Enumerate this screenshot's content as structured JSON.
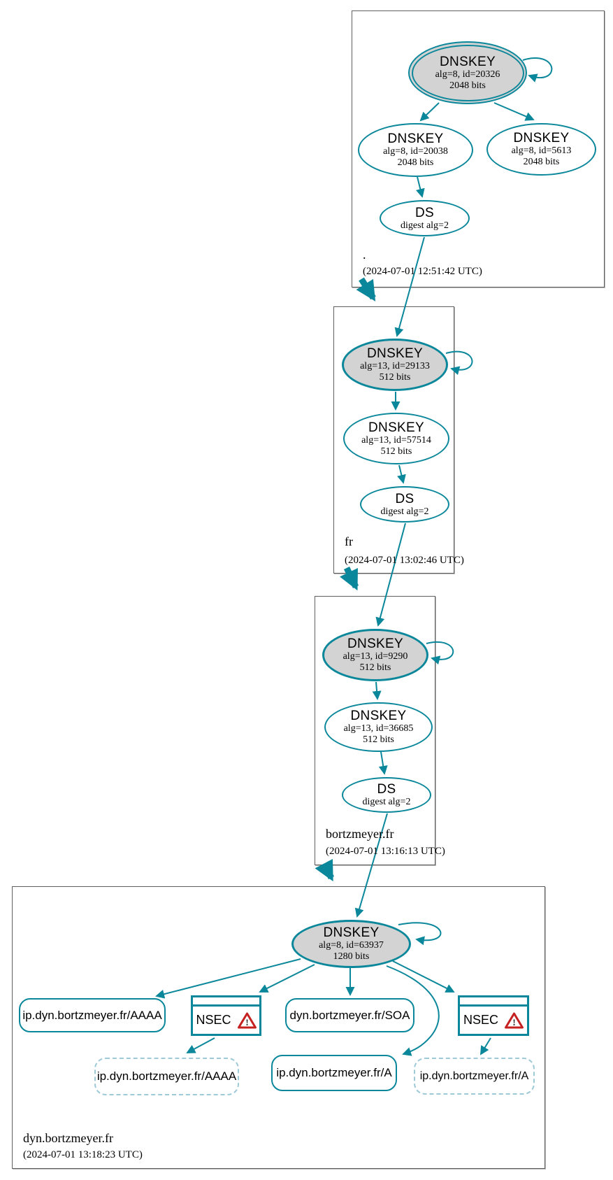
{
  "colors": {
    "accent": "#0a879a",
    "ksk_fill": "#d3d3d3",
    "dashed_border": "#9ec9d6",
    "warning_red": "#c62121"
  },
  "zones": [
    {
      "name": ".",
      "timestamp": "(2024-07-01 12:51:42 UTC)"
    },
    {
      "name": "fr",
      "timestamp": "(2024-07-01 13:02:46 UTC)"
    },
    {
      "name": "bortzmeyer.fr",
      "timestamp": "(2024-07-01 13:16:13 UTC)"
    },
    {
      "name": "dyn.bortzmeyer.fr",
      "timestamp": "(2024-07-01 13:18:23 UTC)"
    }
  ],
  "nodes": {
    "root_ksk": {
      "title": "DNSKEY",
      "detail1": "alg=8, id=20326",
      "detail2": "2048 bits"
    },
    "root_zsk": {
      "title": "DNSKEY",
      "detail1": "alg=8, id=20038",
      "detail2": "2048 bits"
    },
    "root_key2": {
      "title": "DNSKEY",
      "detail1": "alg=8, id=5613",
      "detail2": "2048 bits"
    },
    "root_ds": {
      "title": "DS",
      "detail1": "digest alg=2"
    },
    "fr_ksk": {
      "title": "DNSKEY",
      "detail1": "alg=13, id=29133",
      "detail2": "512 bits"
    },
    "fr_zsk": {
      "title": "DNSKEY",
      "detail1": "alg=13, id=57514",
      "detail2": "512 bits"
    },
    "fr_ds": {
      "title": "DS",
      "detail1": "digest alg=2"
    },
    "bm_ksk": {
      "title": "DNSKEY",
      "detail1": "alg=13, id=9290",
      "detail2": "512 bits"
    },
    "bm_zsk": {
      "title": "DNSKEY",
      "detail1": "alg=13, id=36685",
      "detail2": "512 bits"
    },
    "bm_ds": {
      "title": "DS",
      "detail1": "digest alg=2"
    },
    "dyn_ksk": {
      "title": "DNSKEY",
      "detail1": "alg=8, id=63937",
      "detail2": "1280 bits"
    },
    "rrset_aaaa": {
      "label": "ip.dyn.bortzmeyer.fr/AAAA"
    },
    "nsec1": {
      "label": "NSEC"
    },
    "rrset_soa": {
      "label": "dyn.bortzmeyer.fr/SOA"
    },
    "nsec2": {
      "label": "NSEC"
    },
    "rrset_aaaa_dashed": {
      "label": "ip.dyn.bortzmeyer.fr/AAAA"
    },
    "rrset_a": {
      "label": "ip.dyn.bortzmeyer.fr/A"
    },
    "rrset_a_dashed": {
      "label": "ip.dyn.bortzmeyer.fr/A"
    }
  },
  "icons": {
    "warning_mark": "!"
  }
}
